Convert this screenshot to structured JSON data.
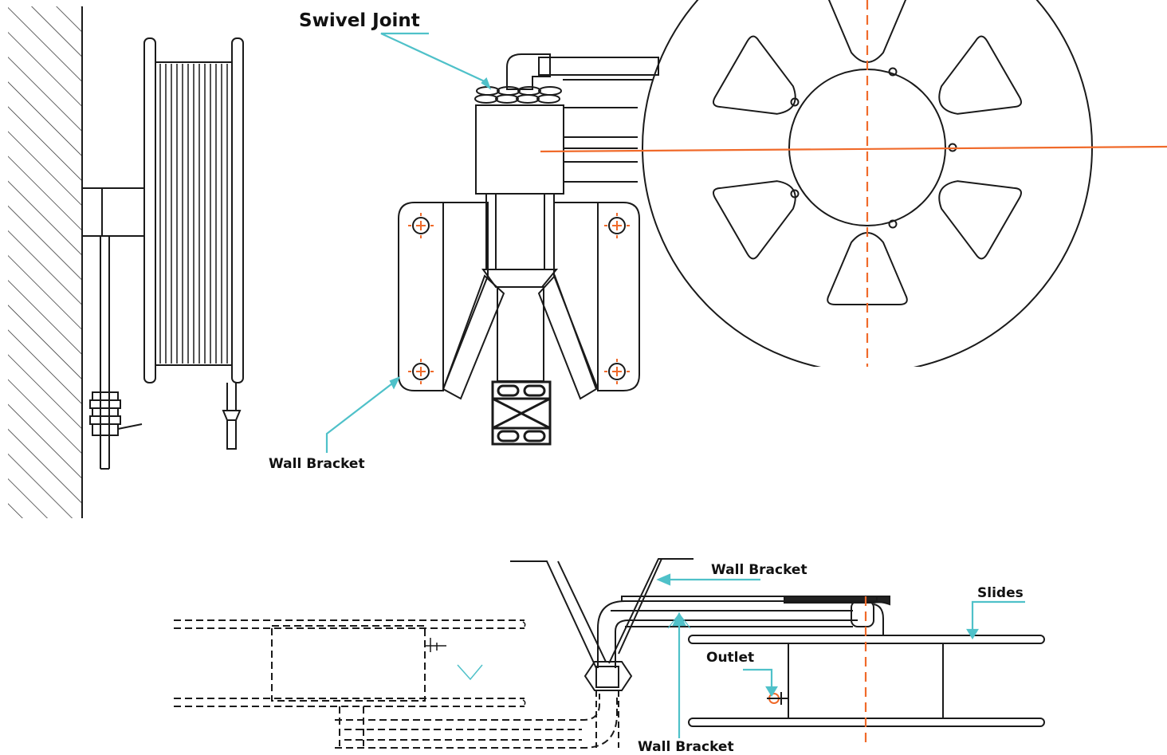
{
  "labels": {
    "swivel_joint": "Swivel Joint",
    "wall_bracket_left": "Wall Bracket",
    "wall_bracket_top": "Wall Bracket",
    "slides": "Slides",
    "outlet": "Outlet",
    "wall_bracket_bottom": "Wall Bracket"
  },
  "colors": {
    "line": "#1a1a1a",
    "callout": "#4fc1c9",
    "centerline": "#f06a2a",
    "hatch": "#222222"
  }
}
